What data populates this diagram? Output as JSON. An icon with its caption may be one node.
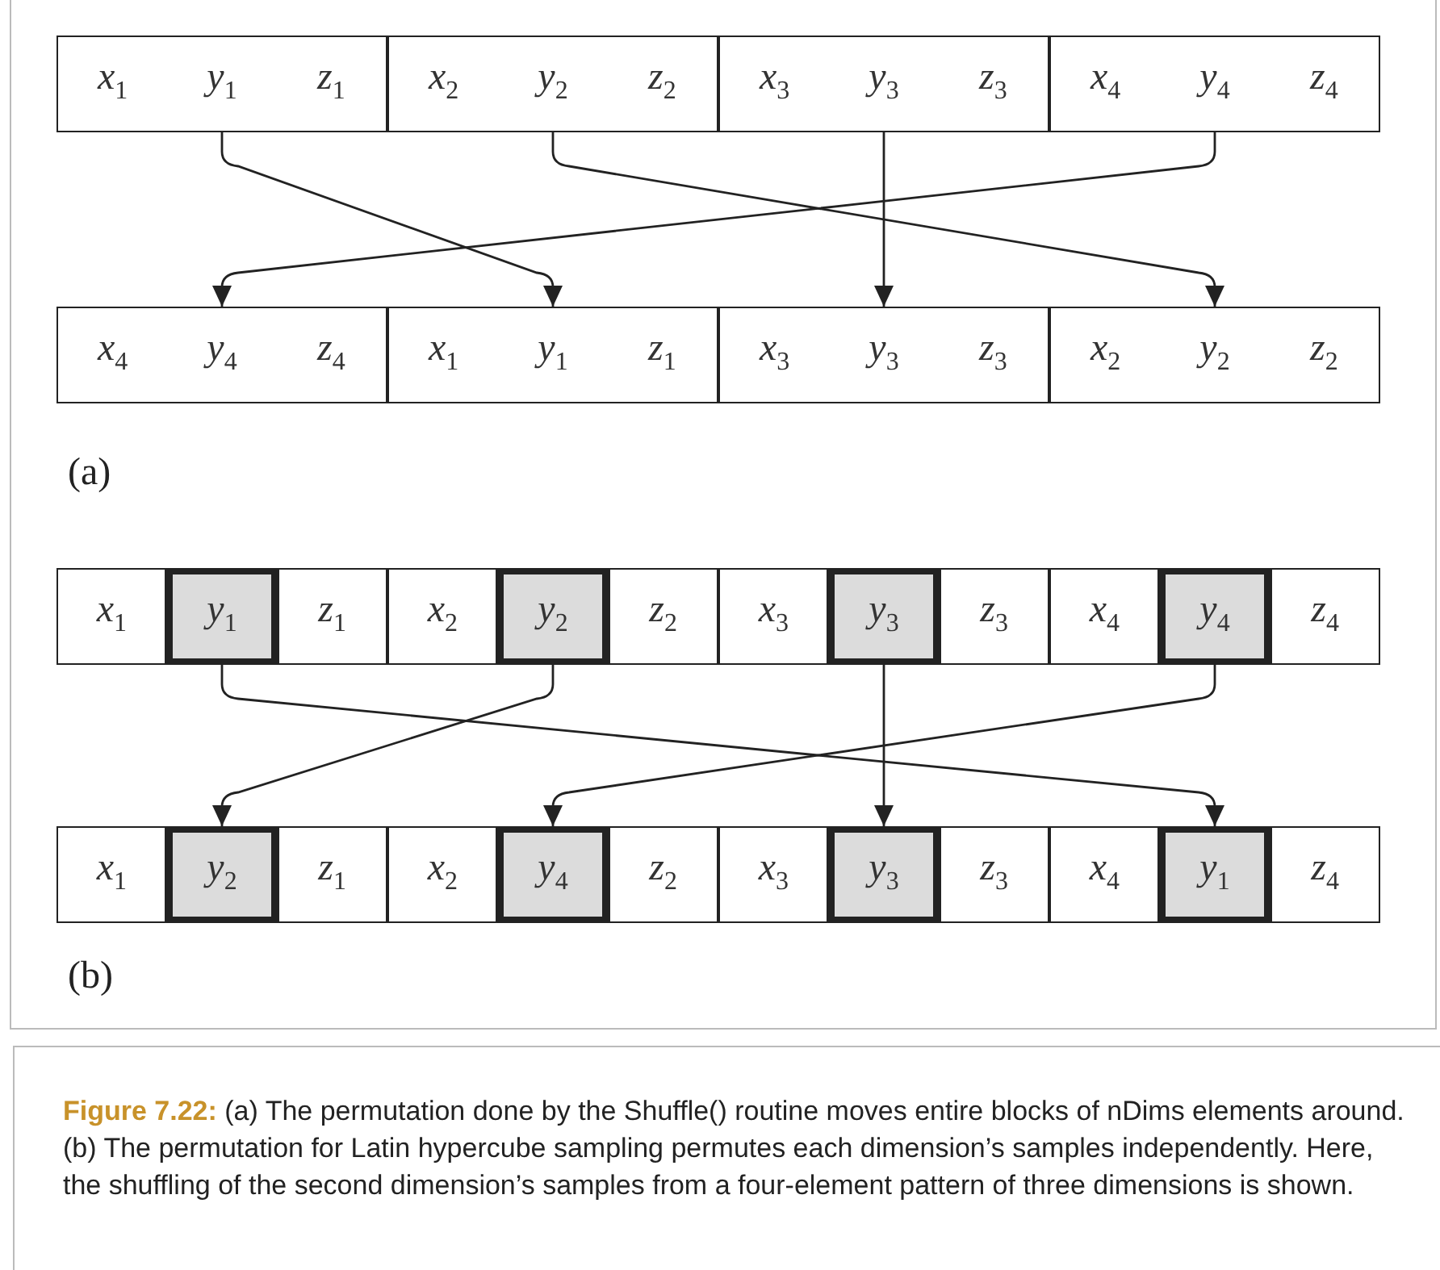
{
  "diagram": {
    "caption": "**Figure 7.22:** (a) The permutation done by the Shuffle() routine moves entire blocks of nDims elements around. (b) The permutation for Latin hypercube sampling permutes each dimension’s samples independently. Here, the shuffling of the second dimension’s samples from a four-element pattern of three dimensions is shown.",
    "nodes": [
      {
        "text": [
          "x$_{1}$",
          "y$_{1}$",
          "z$_{1}$"
        ]
      },
      {
        "text": [
          "x$_{2}$",
          "y$_{2}$",
          "z$_{2}$"
        ]
      },
      {
        "text": [
          "x$_{3}$",
          "y$_{3}$",
          "z$_{3}$"
        ]
      },
      {
        "text": [
          "x$_{4}$",
          "y$_{4}$",
          "z$_{4}$"
        ]
      },
      {
        "text": [
          "x$_{4}$",
          "y$_{4}$",
          "z$_{4}$"
        ]
      },
      {
        "text": [
          "x$_{1}$",
          "y$_{1}$",
          "z$_{1}$"
        ]
      },
      {
        "text": [
          "x$_{3}$",
          "y$_{3}$",
          "z$_{3}$"
        ]
      },
      {
        "text": [
          "x$_{2}$",
          "y$_{2}$",
          "z$_{2}$"
        ]
      },
      {
        "text": [
          "x$_{1}$"
        ]
      },
      {
        "text": [
          "y$_{1}$"
        ]
      },
      {
        "text": [
          "z$_{1}$"
        ]
      },
      {
        "text": [
          "x$_{2}$"
        ]
      },
      {
        "text": [
          "y$_{2}$"
        ]
      },
      {
        "text": [
          "z$_{2}$"
        ]
      },
      {
        "text": [
          "x$_{3}$"
        ]
      },
      {
        "text": [
          "y$_{3}$"
        ]
      },
      {
        "text": [
          "z$_{3}$"
        ]
      },
      {
        "text": [
          "x$_{4}$"
        ]
      },
      {
        "text": [
          "y$_{4}$"
        ]
      },
      {
        "text": [
          "z$_{4}$"
        ]
      },
      {
        "text": [
          "x$_{1}$"
        ]
      },
      {
        "text": [
          "y$_{2}$"
        ]
      },
      {
        "text": [
          "z$_{1}$"
        ]
      },
      {
        "text": [
          "x$_{2}$"
        ]
      },
      {
        "text": [
          "y$_{4}$"
        ]
      },
      {
        "text": [
          "z$_{2}$"
        ]
      },
      {
        "text": [
          "x$_{3}$"
        ]
      },
      {
        "text": [
          "y$_{3}$"
        ]
      },
      {
        "text": [
          "z$_{3}$"
        ]
      },
      {
        "text": [
          "x$_{4}$"
        ]
      },
      {
        "text": [
          "y$_{1}$"
        ]
      },
      {
        "text": [
          "z$_{4}$"
        ]
      }
    ],
    "edges": [
      {
        "from": 0,
        "to": 5,
        "arrow": "to"
      },
      {
        "from": 1,
        "to": 7,
        "arrow": "to"
      },
      {
        "from": 2,
        "to": 6,
        "arrow": "to"
      },
      {
        "from": 3,
        "to": 4,
        "arrow": "to"
      },
      {
        "from": 9,
        "to": 30,
        "arrow": "to"
      },
      {
        "from": 12,
        "to": 21,
        "arrow": "to"
      },
      {
        "from": 15,
        "to": 27,
        "arrow": "to"
      },
      {
        "from": 18,
        "to": 24,
        "arrow": "to"
      }
    ],
    "labels": [
      "(a)",
      "(b)"
    ]
  }
}
